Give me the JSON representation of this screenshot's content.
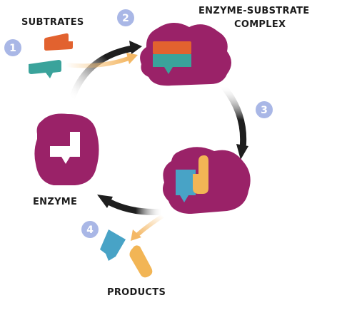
{
  "labels": {
    "substrates": "SUBTRATES",
    "complex_line1": "ENZYME-SUBSTRATE",
    "complex_line2": "COMPLEX",
    "enzyme": "ENZYME",
    "products": "PRODUCTS"
  },
  "steps": [
    "1",
    "2",
    "3",
    "4"
  ],
  "colors": {
    "enzyme": "#9a2268",
    "substrate_orange": "#e2622f",
    "substrate_teal": "#3aa39b",
    "product_blue": "#48a3c6",
    "product_yellow": "#f2b555",
    "arrow_dark": "#1e1e1e",
    "arrow_yellow": "#f4b865",
    "step_badge": "#a9b7e6"
  }
}
